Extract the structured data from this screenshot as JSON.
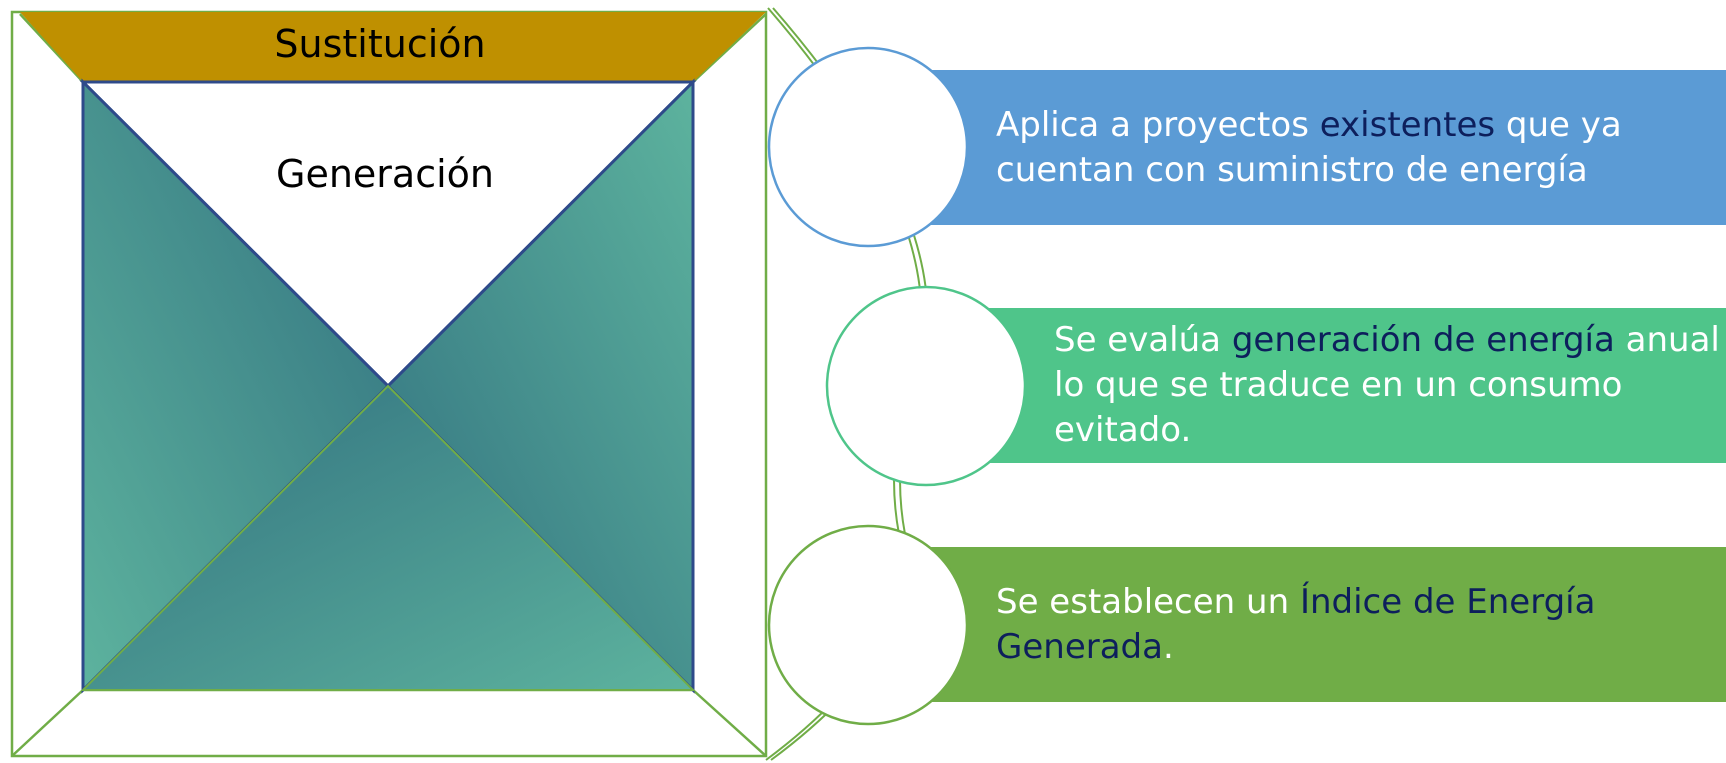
{
  "pyramid": {
    "top_label": "Sustitución",
    "inner_label": "Generación"
  },
  "steps": [
    {
      "text_before": "Aplica a proyectos ",
      "highlight": "existentes",
      "text_after": " que ya",
      "line2": "cuentan con suministro de energía",
      "color": "#5b9bd5"
    },
    {
      "text_before": "Se evalúa ",
      "highlight": "generación de energía",
      "text_after": " anual",
      "line2": "lo que se traduce en un consumo",
      "line3": "evitado.",
      "color": "#4fc58a"
    },
    {
      "text_before": "Se establecen un ",
      "highlight": "Índice de Energía",
      "line2_highlight": "Generada",
      "line2_after": ".",
      "color": "#70ad47"
    }
  ],
  "colors": {
    "top_band": "#bf9000",
    "outline_green": "#70ad47",
    "pyramid_dark": "#31707f",
    "pyramid_light": "#5db39e",
    "highlight_text": "#0d1f5c"
  }
}
